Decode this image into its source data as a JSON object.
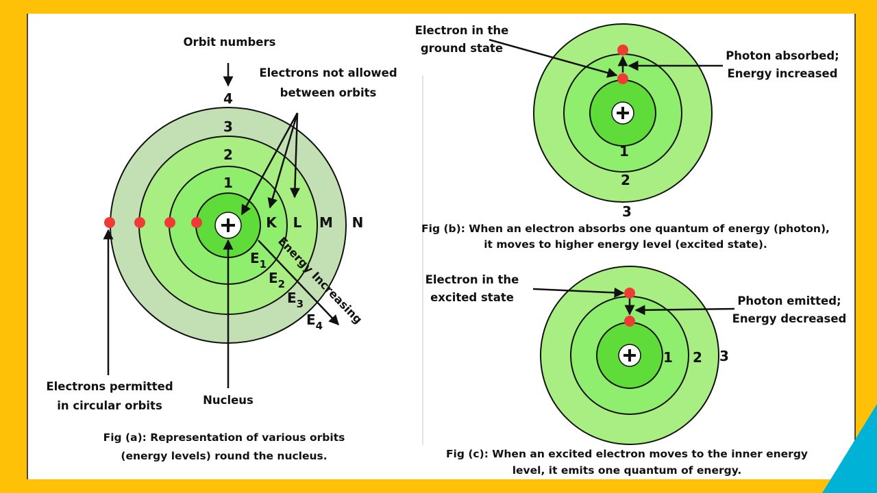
{
  "colors": {
    "frame": "#ffc107",
    "panel": "#ffffff",
    "orbit_outer": "#c3e0b4",
    "orbit_mid": "#a9ee83",
    "orbit_inner": "#90ee6e",
    "core": "#5fdc3a",
    "electron": "#ef3b36",
    "accent_bar": "#00b3d6"
  },
  "icons": {
    "nucleus": "plus-icon"
  },
  "fig_a": {
    "orbit_numbers_label": "Orbit numbers",
    "not_allowed_label": [
      "Electrons not allowed",
      "between orbits"
    ],
    "orbit_numbers": [
      "1",
      "2",
      "3",
      "4"
    ],
    "shell_letters": [
      "K",
      "L",
      "M",
      "N"
    ],
    "energy_levels": [
      "E",
      "E",
      "E",
      "E"
    ],
    "energy_subscripts": [
      "1",
      "2",
      "3",
      "4"
    ],
    "energy_increasing_label": "Energy Increasing",
    "permitted_label": [
      "Electrons permitted",
      "in circular orbits"
    ],
    "nucleus_label": "Nucleus",
    "caption": [
      "Fig (a): Representation of various orbits",
      "(energy levels) round the nucleus."
    ]
  },
  "fig_b": {
    "ground_state_label": [
      "Electron in the",
      "ground state"
    ],
    "photon_label": [
      "Photon absorbed;",
      "Energy increased"
    ],
    "orbit_numbers": [
      "1",
      "2",
      "3"
    ],
    "caption": [
      "Fig (b): When an electron absorbs one quantum of energy (photon),",
      "it moves to higher energy level (excited state)."
    ]
  },
  "fig_c": {
    "excited_state_label": [
      "Electron in the",
      "excited state"
    ],
    "photon_label": [
      "Photon emitted;",
      "Energy decreased"
    ],
    "orbit_numbers": [
      "1",
      "2",
      "3"
    ],
    "caption": [
      "Fig (c): When an excited electron moves to the inner energy",
      "level, it emits one quantum of energy."
    ]
  }
}
